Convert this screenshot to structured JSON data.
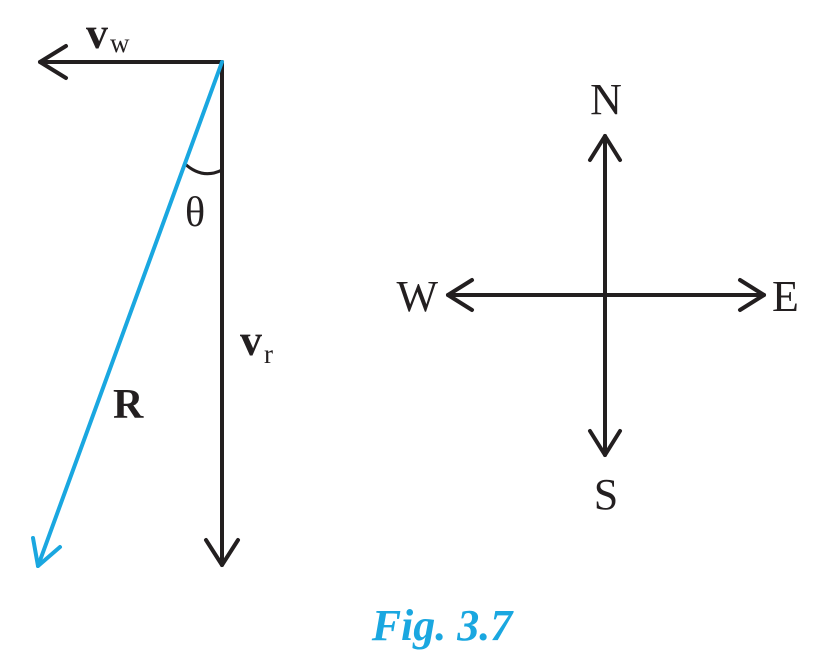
{
  "vectors": {
    "wind": {
      "symbol": "v",
      "subscript": "w"
    },
    "rain": {
      "symbol": "v",
      "subscript": "r"
    },
    "resultant": {
      "symbol": "R"
    },
    "angle": {
      "symbol": "θ"
    }
  },
  "compass": {
    "north": "N",
    "south": "S",
    "east": "E",
    "west": "W"
  },
  "caption": {
    "text": "Fig. 3.7"
  },
  "colors": {
    "ink": "#231f20",
    "resultant": "#1aa7e0",
    "caption": "#1aa7e0"
  }
}
